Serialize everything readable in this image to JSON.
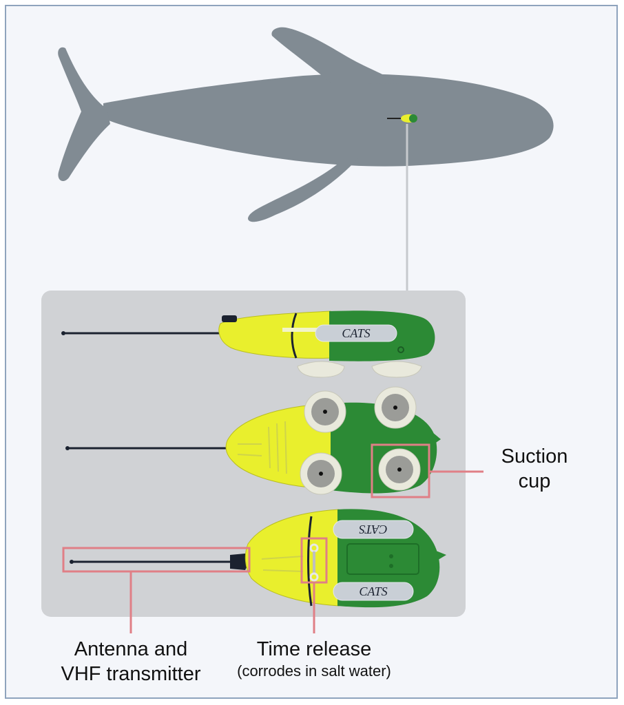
{
  "labels": {
    "suction_cup": {
      "line1": "Suction",
      "line2": "cup"
    },
    "antenna": {
      "line1": "Antenna and",
      "line2": "VHF transmitter"
    },
    "time_release": {
      "line1": "Time release",
      "line2": "(corrodes in salt water)"
    }
  },
  "logo_text": "CATS",
  "colors": {
    "whale": "#818b93",
    "panel": "#d0d2d5",
    "highlight_box": "#e07f86",
    "tag_yellow": "#e9ef2d",
    "tag_green": "#2c8a35",
    "leader_line": "#c6c9cd"
  }
}
